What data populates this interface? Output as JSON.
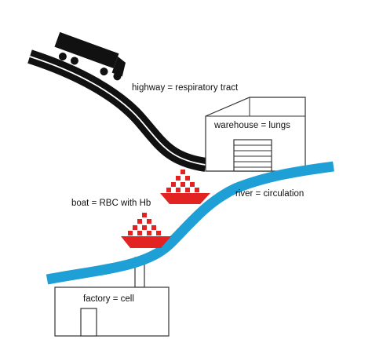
{
  "labels": {
    "highway": "highway = respiratory tract",
    "warehouse": "warehouse = lungs",
    "river": "river = circulation",
    "boat": "boat = RBC with Hb",
    "factory": "factory = cell"
  },
  "colors": {
    "road": "#111111",
    "road_line": "#ffffff",
    "river": "#1e9fd6",
    "boat": "#e32222",
    "outline": "#333333",
    "background": "#ffffff"
  }
}
